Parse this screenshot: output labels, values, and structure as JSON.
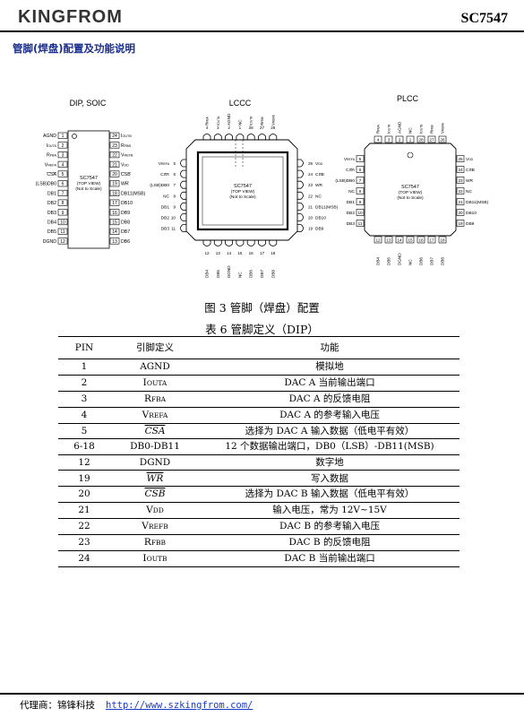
{
  "header": {
    "logo": "KINGFROM",
    "model": "SC7547"
  },
  "section_title": "管脚(焊盘)配置及功能说明",
  "packages": {
    "dip": {
      "title": "DIP, SOIC",
      "chip_label": [
        "SC7547",
        "(TOP VIEW)",
        "(Not to Scale)"
      ],
      "left": [
        {
          "name": "AGND",
          "num": "1"
        },
        {
          "name": "IOUTA",
          "num": "2"
        },
        {
          "name": "RFBA",
          "num": "3"
        },
        {
          "name": "VREFA",
          "num": "4"
        },
        {
          "name": "CSA",
          "num": "5"
        },
        {
          "name": "(LSB)DB0",
          "num": "6"
        },
        {
          "name": "DB1",
          "num": "7"
        },
        {
          "name": "DB2",
          "num": "8"
        },
        {
          "name": "DB3",
          "num": "9"
        },
        {
          "name": "DB4",
          "num": "10"
        },
        {
          "name": "DB5",
          "num": "11"
        },
        {
          "name": "DGND",
          "num": "12"
        }
      ],
      "right": [
        {
          "name": "IOUTB",
          "num": "24"
        },
        {
          "name": "RFBB",
          "num": "23"
        },
        {
          "name": "VREFB",
          "num": "22"
        },
        {
          "name": "VDD",
          "num": "21"
        },
        {
          "name": "CSB",
          "num": "20"
        },
        {
          "name": "WR",
          "num": "19"
        },
        {
          "name": "DB11(MSB)",
          "num": "18"
        },
        {
          "name": "DB10",
          "num": "17"
        },
        {
          "name": "DB9",
          "num": "16"
        },
        {
          "name": "DB8",
          "num": "15"
        },
        {
          "name": "DB7",
          "num": "14"
        },
        {
          "name": "DB6",
          "num": "13"
        }
      ]
    },
    "lccc": {
      "title": "LCCC",
      "chip_label": [
        "SC7547",
        "(TOP VIEW)",
        "(Not to Scale)"
      ],
      "top": [
        {
          "name": "RFBA",
          "num": "4"
        },
        {
          "name": "IOUTA",
          "num": "3"
        },
        {
          "name": "AGND",
          "num": "2"
        },
        {
          "name": "NC",
          "num": "1"
        },
        {
          "name": "IOUTB",
          "num": "28"
        },
        {
          "name": "RFBB",
          "num": "27"
        },
        {
          "name": "VREFB",
          "num": "26"
        }
      ],
      "left": [
        {
          "name": "VREFA",
          "num": "5"
        },
        {
          "name": "CSA",
          "num": "6"
        },
        {
          "name": "(LSB)DB0",
          "num": "7"
        },
        {
          "name": "NC",
          "num": "8"
        },
        {
          "name": "DB1",
          "num": "9"
        },
        {
          "name": "DB2",
          "num": "10"
        },
        {
          "name": "DB3",
          "num": "11"
        }
      ],
      "right": [
        {
          "name": "VDD",
          "num": "25"
        },
        {
          "name": "CSB",
          "num": "24"
        },
        {
          "name": "WR",
          "num": "23"
        },
        {
          "name": "NC",
          "num": "22"
        },
        {
          "name": "DB11(MSB)",
          "num": "21"
        },
        {
          "name": "DB10",
          "num": "20"
        },
        {
          "name": "DB9",
          "num": "19"
        }
      ],
      "bottom": [
        {
          "name": "DB4",
          "num": "12"
        },
        {
          "name": "DB5",
          "num": "13"
        },
        {
          "name": "DGND",
          "num": "14"
        },
        {
          "name": "NC",
          "num": "15"
        },
        {
          "name": "DB6",
          "num": "16"
        },
        {
          "name": "DB7",
          "num": "17"
        },
        {
          "name": "DB8",
          "num": "18"
        }
      ]
    },
    "plcc": {
      "title": "PLCC",
      "chip_label": [
        "SC7547",
        "(TOP VIEW)",
        "(Not to Scale)"
      ],
      "top": [
        {
          "name": "RFBA",
          "num": "4"
        },
        {
          "name": "IOUTA",
          "num": "3"
        },
        {
          "name": "AGND",
          "num": "2"
        },
        {
          "name": "NC",
          "num": "1"
        },
        {
          "name": "IOUTB",
          "num": "28"
        },
        {
          "name": "RFBB",
          "num": "27"
        },
        {
          "name": "VREFB",
          "num": "26"
        }
      ],
      "left": [
        {
          "name": "VREFA",
          "num": "5"
        },
        {
          "name": "CSA",
          "num": "6"
        },
        {
          "name": "(LSB)DB0",
          "num": "7"
        },
        {
          "name": "NC",
          "num": "8"
        },
        {
          "name": "DB1",
          "num": "9"
        },
        {
          "name": "DB2",
          "num": "10"
        },
        {
          "name": "DB3",
          "num": "11"
        }
      ],
      "right": [
        {
          "name": "VDD",
          "num": "25"
        },
        {
          "name": "CSB",
          "num": "24"
        },
        {
          "name": "WR",
          "num": "23"
        },
        {
          "name": "NC",
          "num": "22"
        },
        {
          "name": "DB11(MSB)",
          "num": "21"
        },
        {
          "name": "DB10",
          "num": "20"
        },
        {
          "name": "DB9",
          "num": "19"
        }
      ],
      "bottom": [
        {
          "name": "DB4",
          "num": "12"
        },
        {
          "name": "DB5",
          "num": "13"
        },
        {
          "name": "DGND",
          "num": "14"
        },
        {
          "name": "NC",
          "num": "15"
        },
        {
          "name": "DB6",
          "num": "16"
        },
        {
          "name": "DB7",
          "num": "17"
        },
        {
          "name": "DB8",
          "num": "18"
        }
      ]
    }
  },
  "figure_caption": "图 3 管脚（焊盘）配置",
  "table": {
    "caption": "表 6 管脚定义（DIP）",
    "headers": [
      "PIN",
      "引脚定义",
      "功能"
    ],
    "rows": [
      [
        "1",
        "AGND",
        "模拟地"
      ],
      [
        "2",
        "IOUTA",
        "DAC A 当前输出端口"
      ],
      [
        "3",
        "RFBA",
        "DAC A 的反馈电阻"
      ],
      [
        "4",
        "VREFA",
        "DAC A 的参考输入电压"
      ],
      [
        "5",
        "CSA",
        "选择为 DAC A 输入数据（低电平有效）"
      ],
      [
        "6-18",
        "DB0-DB11",
        "12 个数据输出端口，DB0（LSB）-DB11(MSB)"
      ],
      [
        "12",
        "DGND",
        "数字地"
      ],
      [
        "19",
        "WR",
        "写入数据"
      ],
      [
        "20",
        "CSB",
        "选择为 DAC B 输入数据（低电平有效）"
      ],
      [
        "21",
        "VDD",
        "输入电压，常为 12V~15V"
      ],
      [
        "22",
        "VREFB",
        "DAC B 的参考输入电压"
      ],
      [
        "23",
        "RFBB",
        "DAC B 的反馈电阻"
      ],
      [
        "24",
        "IOUTB",
        "DAC B 当前输出端口"
      ]
    ]
  },
  "footer": {
    "label": "代理商：锦锋科技",
    "link": "http://www.szkingfrom.com/"
  }
}
